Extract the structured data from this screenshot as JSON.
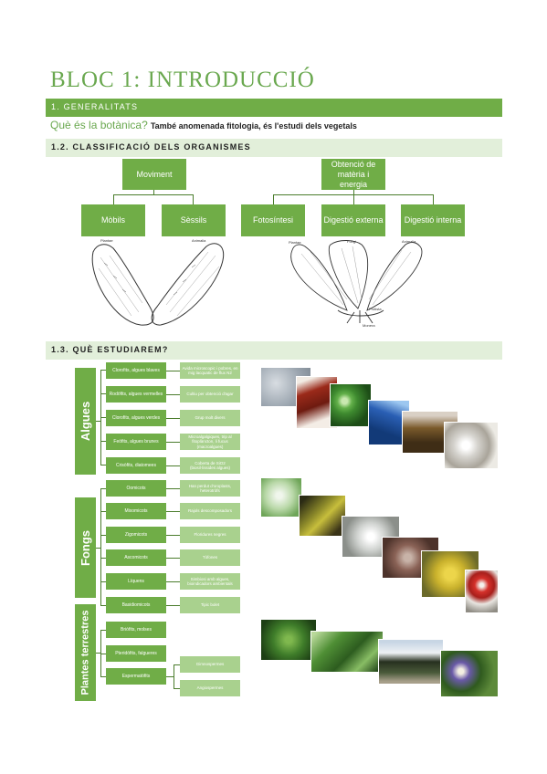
{
  "page": {
    "title": "BLOC 1: INTRODUCCIÓ",
    "section1": "1. GENERALITATS",
    "question": "Què és la botànica?",
    "answer": "També anomenada fitologia, és l'estudi dels vegetals",
    "section12": "1.2. CLASSIFICACIÓ DELS ORGANISMES",
    "section13": "1.3. QUÈ ESTUDIAREM?"
  },
  "classification": {
    "moviment": "Moviment",
    "obtencio": "Obtenció de matèria i energia",
    "mobils": "Mòbils",
    "sessils": "Sèssils",
    "fotosintesi": "Fotosíntesi",
    "digestio_externa": "Digestió externa",
    "digestio_interna": "Digestió interna",
    "sketch_left_labels": [
      "Plantae",
      "Animalia"
    ],
    "sketch_right_labels": [
      "Plantae",
      "Fungi",
      "Animalia",
      "Protista",
      "Monera"
    ]
  },
  "study": {
    "groups": {
      "algues": "Algues",
      "fongs": "Fongs",
      "plantes": "Plantes terrestres"
    },
    "algues": [
      {
        "name": "Clorofits, algues blaves",
        "desc": "Avida microscopic i pobres, en mig lacquatic de flux N2"
      },
      {
        "name": "Rodòfits, algues vermelles",
        "desc": "Cultiu per obtenció d'agar"
      },
      {
        "name": "Clorofits, algues verdes",
        "desc": "Grup molt divers"
      },
      {
        "name": "Feòfits, algues brunes",
        "desc": "Microalgalgiques, trip al fitoplàncton, li fucus (macroalgues)"
      },
      {
        "name": "Crisòfits, diatomees",
        "desc": "Coberta de SiO2 (biosil·lissides algues)"
      }
    ],
    "fongs": [
      {
        "name": "Oomicots",
        "desc": "Han perdut d'oroplasts, heterotròfs"
      },
      {
        "name": "Mixomicots",
        "desc": "Rajols descomposadors"
      },
      {
        "name": "Zigomicots",
        "desc": "Floridures negres"
      },
      {
        "name": "Ascomicots",
        "desc": "Tòfones"
      },
      {
        "name": "Líquens",
        "desc": "Simbiosi amb algues, bioindicadors ambientals"
      },
      {
        "name": "Basidiomicots",
        "desc": "Tipic bolet"
      }
    ],
    "plantes": [
      {
        "name": "Briòfits, molses"
      },
      {
        "name": "Pteridòfits, falgueres"
      },
      {
        "name": "Espermatòfits"
      }
    ],
    "espermatofits": [
      "Gimnospermes",
      "Angiospermes"
    ]
  },
  "colors": {
    "accent": "#70ad47",
    "light": "#e2efda",
    "title": "#6aa84f"
  }
}
